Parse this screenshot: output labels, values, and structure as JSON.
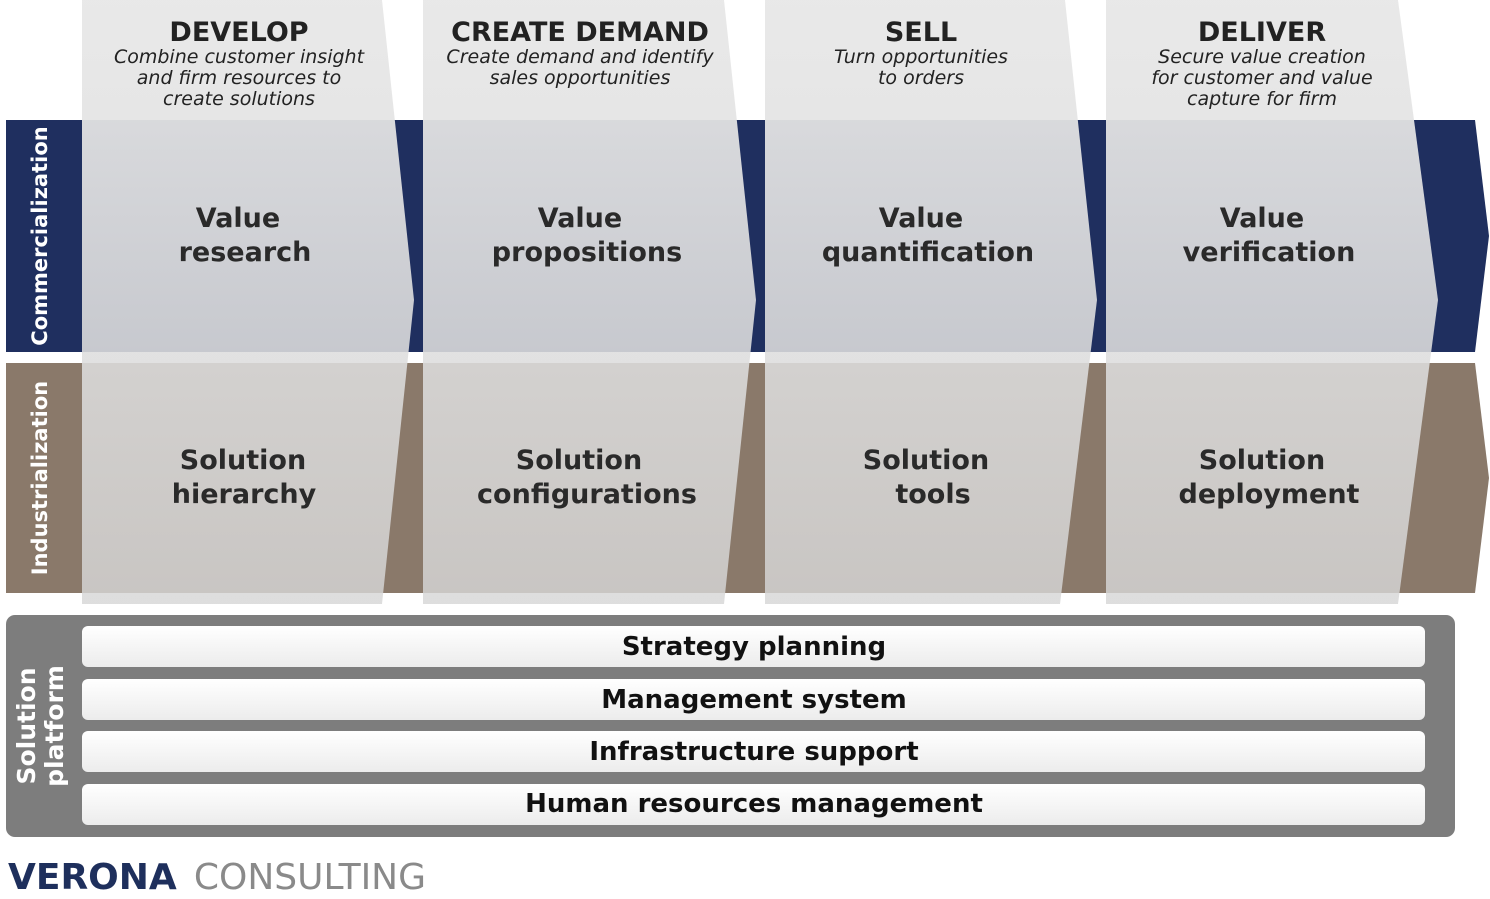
{
  "stages": [
    {
      "title": "DEVELOP",
      "subtitle": [
        "Combine customer insight",
        "and firm resources to",
        "create solutions"
      ],
      "commercialization": [
        "Value",
        "research"
      ],
      "industrialization": [
        "Solution",
        "hierarchy"
      ]
    },
    {
      "title": "CREATE DEMAND",
      "subtitle": [
        "Create demand and identify",
        "sales opportunities"
      ],
      "commercialization": [
        "Value",
        "propositions"
      ],
      "industrialization": [
        "Solution",
        "configurations"
      ]
    },
    {
      "title": "SELL",
      "subtitle": [
        "Turn opportunities",
        "to orders"
      ],
      "commercialization": [
        "Value",
        "quantification"
      ],
      "industrialization": [
        "Solution",
        "tools"
      ]
    },
    {
      "title": "DELIVER",
      "subtitle": [
        "Secure value creation",
        "for customer and value",
        "capture for firm"
      ],
      "commercialization": [
        "Value",
        "verification"
      ],
      "industrialization": [
        "Solution",
        "deployment"
      ]
    }
  ],
  "bands": {
    "commercialization": "Commercialization",
    "industrialization": "Industrialization"
  },
  "platform": {
    "label": [
      "Solution",
      "platform"
    ],
    "bars": [
      "Strategy planning",
      "Management system",
      "Infrastructure support",
      "Human resources management"
    ]
  },
  "logo": {
    "part1": "VERONA",
    "part2": "CONSULTING"
  },
  "colors": {
    "commercialization": "#1f2f5f",
    "industrialization": "#8a796a",
    "platform": "#7d7d7d",
    "chevron": "#e0e0e0"
  }
}
